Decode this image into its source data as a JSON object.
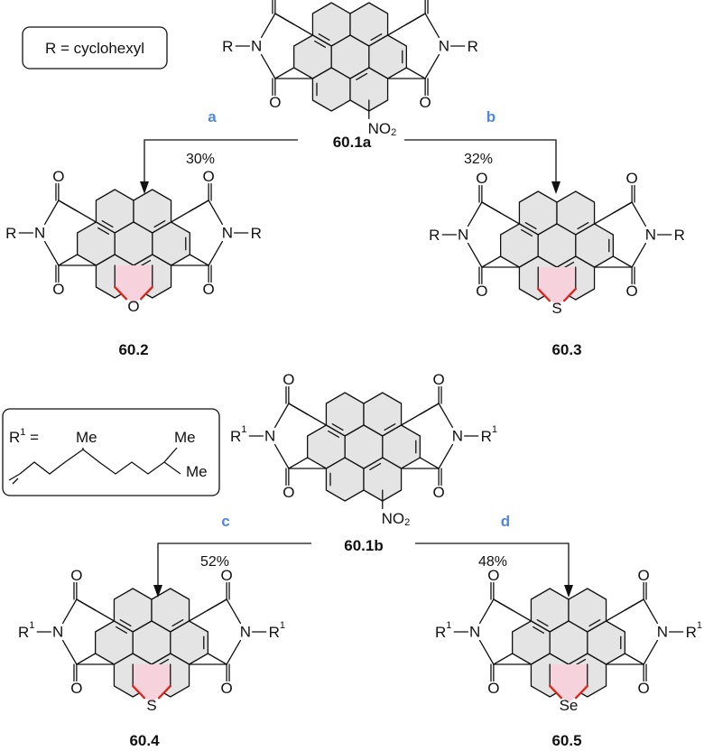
{
  "colors": {
    "step_label": "#4f88d9",
    "ring_fill": "#e4e4e4",
    "heteroring_fill": "#f6d2dc",
    "heteroring_bond": "#d62a20",
    "line": "#111111"
  },
  "r_box": {
    "text": "R = cyclohexyl"
  },
  "r1_box": {
    "label": "R",
    "label_sup": "1",
    "label_eq": " =",
    "me": "Me"
  },
  "top_scheme": {
    "start": {
      "id": "60.1a",
      "substituent": "R",
      "nitro": "NO",
      "nitro_sub": "2"
    },
    "left": {
      "step": "a",
      "yield": "30%",
      "product": {
        "id": "60.2",
        "heteroatom": "O",
        "substituent": "R"
      }
    },
    "right": {
      "step": "b",
      "yield": "32%",
      "product": {
        "id": "60.3",
        "heteroatom": "S",
        "substituent": "R"
      }
    }
  },
  "bottom_scheme": {
    "start": {
      "id": "60.1b",
      "substituent": "R",
      "substituent_sup": "1",
      "nitro": "NO",
      "nitro_sub": "2"
    },
    "left": {
      "step": "c",
      "yield": "52%",
      "product": {
        "id": "60.4",
        "heteroatom": "S",
        "substituent": "R",
        "substituent_sup": "1"
      }
    },
    "right": {
      "step": "d",
      "yield": "48%",
      "product": {
        "id": "60.5",
        "heteroatom": "Se",
        "substituent": "R",
        "substituent_sup": "1"
      }
    }
  },
  "atoms": {
    "oxygen": "O",
    "nitrogen": "N"
  }
}
